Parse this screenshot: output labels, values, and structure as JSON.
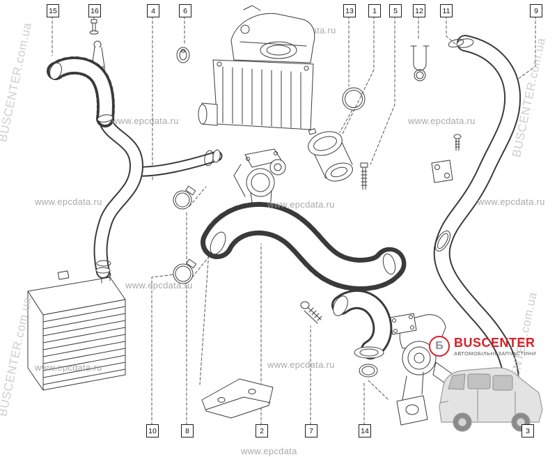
{
  "callouts": {
    "top": [
      "15",
      "16",
      "4",
      "6",
      "13",
      "1",
      "5",
      "12",
      "11",
      "9"
    ],
    "bottom": [
      "10",
      "8",
      "2",
      "7",
      "14",
      "3"
    ]
  },
  "watermarks": {
    "epcdata_text": "www.epcdata.ru",
    "epcdata_partial": "www.epcdata",
    "buscenter_text": "BUSCENTER.com.ua"
  },
  "logo": {
    "initial": "Б",
    "name": "BUSCENTER",
    "tagline": "АВТОМОБІЛЬНІ ЗАПЧАСТИНИ"
  }
}
